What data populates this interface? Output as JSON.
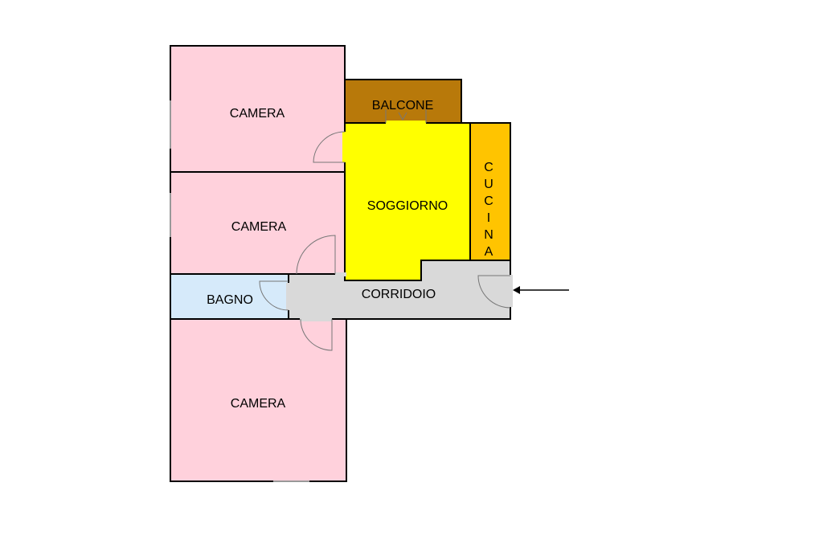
{
  "rooms": {
    "camera_top": {
      "label": "CAMERA",
      "color": "#FFD1DC"
    },
    "camera_middle": {
      "label": "CAMERA",
      "color": "#FFD1DC"
    },
    "camera_bottom": {
      "label": "CAMERA",
      "color": "#FFD1DC"
    },
    "bagno": {
      "label": "BAGNO",
      "color": "#D6EAFA"
    },
    "balcone": {
      "label": "BALCONE",
      "color": "#B8790A"
    },
    "soggiorno": {
      "label": "SOGGIORNO",
      "color": "#FFFF00"
    },
    "cucina": {
      "label": "CUCINA",
      "color": "#FFC400"
    },
    "corridoio": {
      "label": "CORRIDOIO",
      "color": "#D9D9D9"
    }
  },
  "colors": {
    "wall": "#000000",
    "door": "#777777"
  },
  "icons": {
    "entrance": "arrow-left-icon"
  }
}
